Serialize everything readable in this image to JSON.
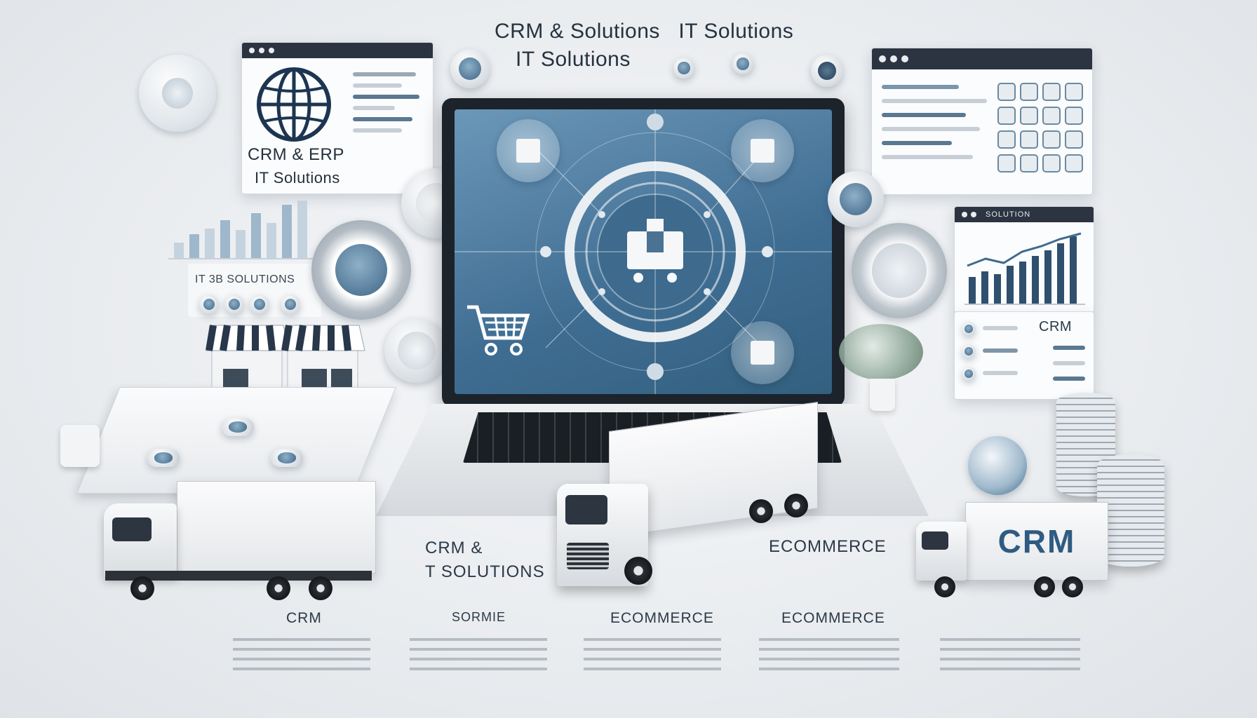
{
  "header": {
    "line1": "CRM & Solutions   IT Solutions",
    "line2": "IT Solutions"
  },
  "left_card": {
    "line1": "CRM & ERP",
    "line2": "IT Solutions"
  },
  "left_label": "IT 3B SOLUTIONS",
  "right_card": {
    "header_label": "SOLUTION",
    "crm_label": "CRM"
  },
  "truck_label": "CRM",
  "captions": {
    "mid_left_1": "CRM &",
    "mid_left_2": "T SOLUTIONS",
    "mid_right": "ECOMMERCE"
  },
  "bottom": [
    {
      "title": "CRM"
    },
    {
      "title": "SORMIE"
    },
    {
      "title": "ECOMMERCE"
    },
    {
      "title": "ECOMMERCE"
    }
  ],
  "colors": {
    "accent": "#3f6b8f",
    "screen": "#4e7fa3",
    "dark": "#2b3440"
  }
}
